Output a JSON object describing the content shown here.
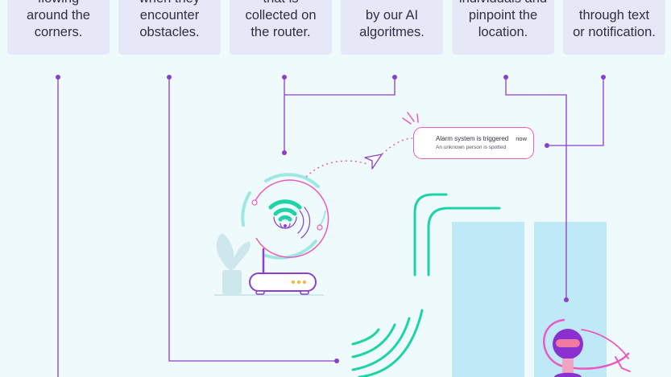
{
  "cards": [
    {
      "text": "flowing\naround the\ncorners."
    },
    {
      "text": "when they\nencounter\nobstacles."
    },
    {
      "text": "that is\ncollected on\nthe router."
    },
    {
      "text": "by our AI\nalgoritmes."
    },
    {
      "text": "individuals and\npinpoint the\nlocation."
    },
    {
      "text": "through text\nor notification."
    }
  ],
  "notification": {
    "title": "Alarm system is triggered",
    "time": "now",
    "message": "An unknown person is spotted"
  },
  "colors": {
    "card_bg": "#e6e8f8",
    "line": "#8a3fcf",
    "teal": "#1fd3a8",
    "magenta": "#ea5ac0",
    "column": "#bfe9f7",
    "background": "#eefafb"
  }
}
